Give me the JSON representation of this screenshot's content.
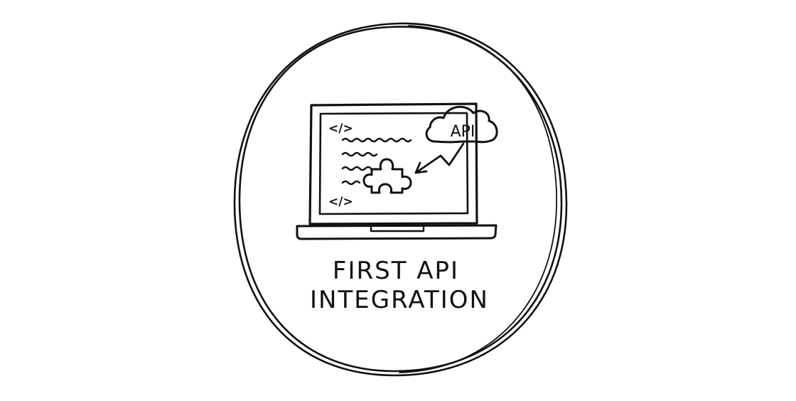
{
  "badge": {
    "caption_line1": "FIRST API",
    "caption_line2": "INTEGRATION"
  },
  "laptop": {
    "code_tag_open": "</>",
    "code_tag_close": "</>"
  },
  "cloud": {
    "label": "API"
  },
  "icons": {
    "ring": "hand-drawn-circle",
    "laptop": "laptop-icon",
    "cloud": "cloud-icon",
    "puzzle": "puzzle-piece-icon",
    "arrow": "lightning-arrow-icon"
  },
  "colors": {
    "ink": "#111111",
    "background": "#ffffff"
  }
}
